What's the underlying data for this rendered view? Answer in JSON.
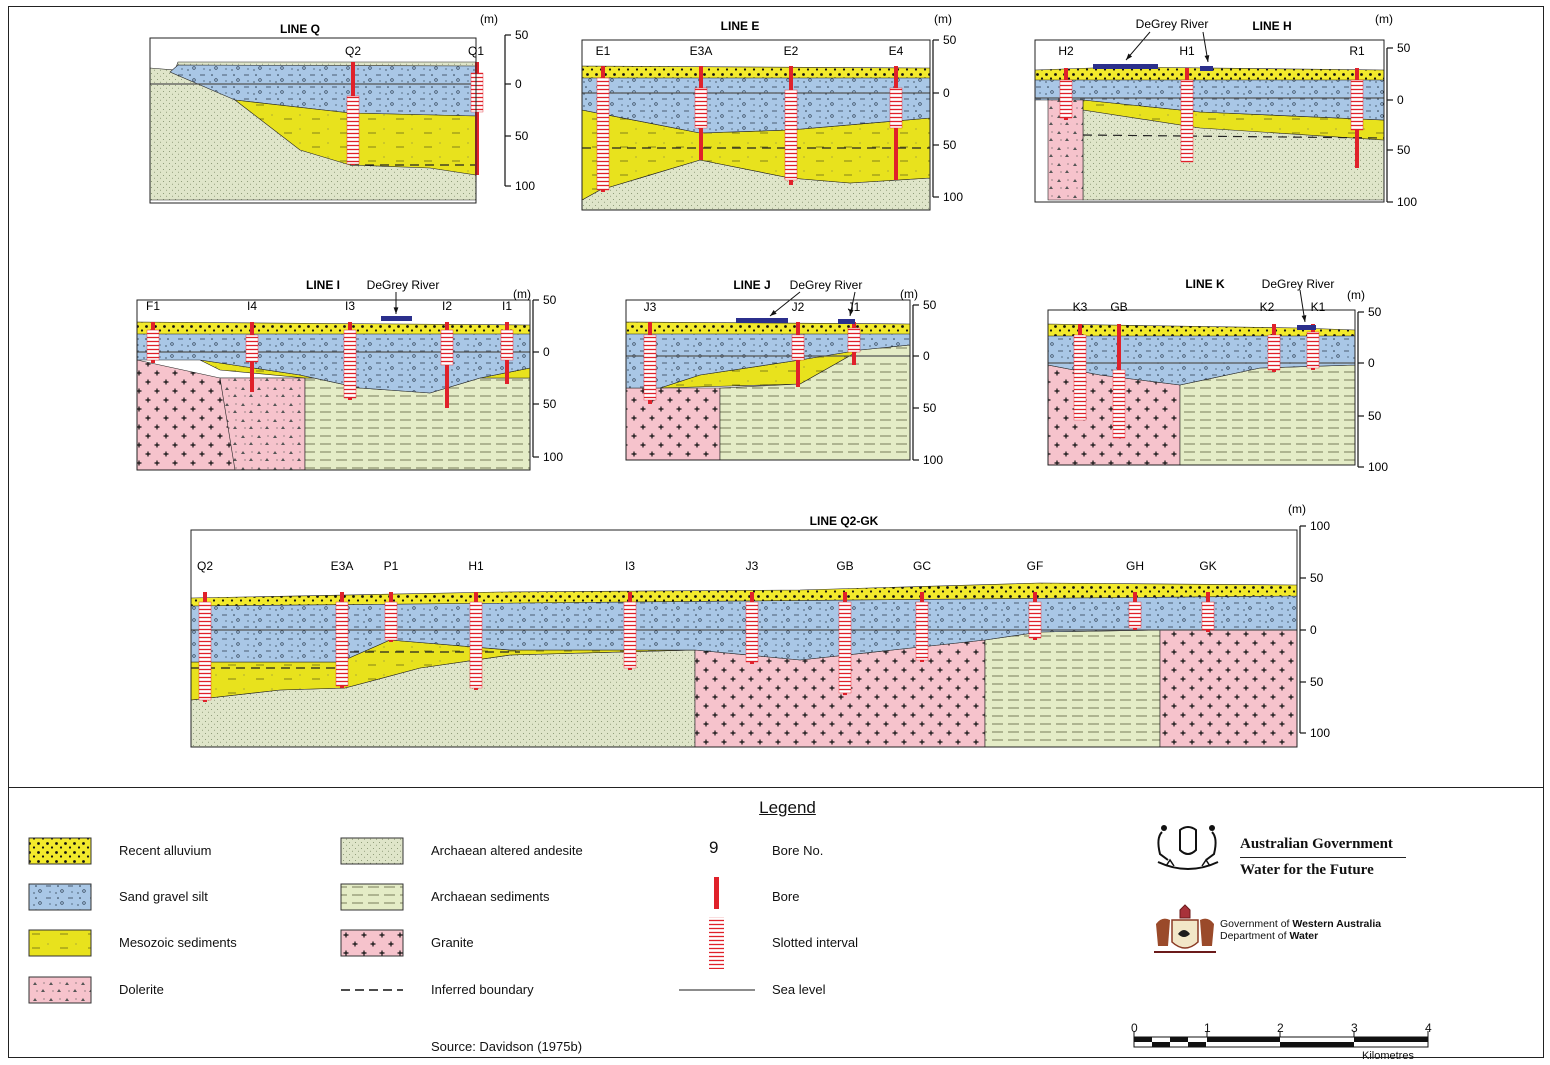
{
  "sections": {
    "line_q": {
      "title": "LINE Q",
      "unit": "(m)",
      "bores": [
        "Q2",
        "Q1"
      ],
      "scale": [
        "50",
        "0",
        "50",
        "100"
      ]
    },
    "line_e": {
      "title": "LINE E",
      "unit": "(m)",
      "bores": [
        "E1",
        "E3A",
        "E2",
        "E4"
      ],
      "scale": [
        "50",
        "0",
        "50",
        "100"
      ]
    },
    "line_h": {
      "title": "LINE H",
      "unit": "(m)",
      "river": "DeGrey River",
      "bores": [
        "H2",
        "H1",
        "R1"
      ],
      "scale": [
        "50",
        "0",
        "50",
        "100"
      ]
    },
    "line_i": {
      "title": "LINE I",
      "unit": "(m)",
      "river": "DeGrey River",
      "bores": [
        "F1",
        "I4",
        "I3",
        "I2",
        "I1"
      ],
      "scale": [
        "50",
        "0",
        "50",
        "100"
      ]
    },
    "line_j": {
      "title": "LINE J",
      "unit": "(m)",
      "river": "DeGrey River",
      "bores": [
        "J3",
        "J2",
        "J1"
      ],
      "scale": [
        "50",
        "0",
        "50",
        "100"
      ]
    },
    "line_k": {
      "title": "LINE K",
      "unit": "(m)",
      "river": "DeGrey River",
      "bores": [
        "K3",
        "GB",
        "K2",
        "K1"
      ],
      "scale": [
        "50",
        "0",
        "50",
        "100"
      ]
    },
    "line_q2gk": {
      "title": "LINE Q2-GK",
      "unit": "(m)",
      "bores": [
        "Q2",
        "E3A",
        "P1",
        "H1",
        "I3",
        "J3",
        "GB",
        "GC",
        "GF",
        "GH",
        "GK"
      ],
      "scale": [
        "100",
        "50",
        "0",
        "50",
        "100"
      ]
    }
  },
  "legend": {
    "title": "Legend",
    "items": {
      "recent_alluvium": "Recent alluvium",
      "sand_gravel_silt": "Sand gravel silt",
      "mesozoic_sediments": "Mesozoic sediments",
      "dolerite": "Dolerite",
      "archaean_andesite": "Archaean altered andesite",
      "archaean_sediments": "Archaean sediments",
      "granite": "Granite",
      "inferred_boundary": "Inferred boundary",
      "bore_no_symbol": "9",
      "bore_no": "Bore No.",
      "bore": "Bore",
      "slotted_interval": "Slotted interval",
      "sea_level": "Sea level"
    },
    "source": "Source: Davidson (1975b)"
  },
  "logos": {
    "agov_line1": "Australian Government",
    "agov_line2": "Water for the Future",
    "wa_line1_pre": "Government of ",
    "wa_line1_bold": "Western Australia",
    "wa_line2_pre": "Department of ",
    "wa_line2_bold": "Water"
  },
  "scale_bar": {
    "ticks": [
      "0",
      "1",
      "2",
      "3",
      "4"
    ],
    "unit": "Kilometres"
  },
  "colors": {
    "alluvium": "#f3ea2c",
    "sand": "#a9c7e6",
    "mesozoic": "#e8e21d",
    "andesite": "#dfe5c9",
    "sediments": "#e4ecc6",
    "granite": "#f6c3cc",
    "dolerite": "#f6c3cc",
    "bore": "#e0212a",
    "river": "#2b2f8c"
  }
}
